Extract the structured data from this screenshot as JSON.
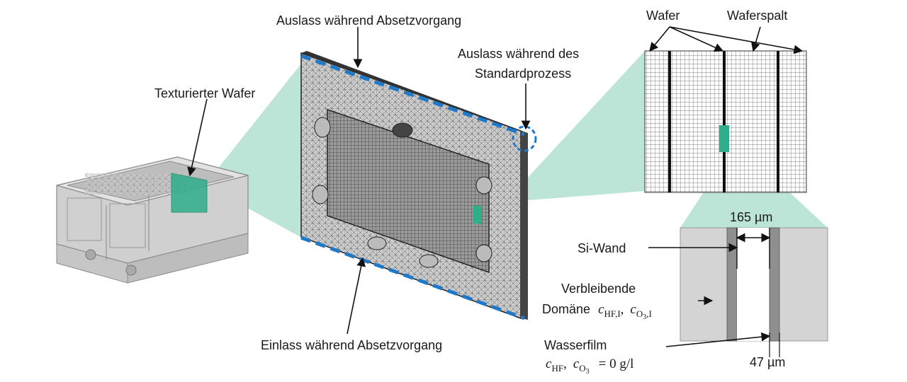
{
  "labels": {
    "textured_wafer": "Texturierter Wafer",
    "outlet_settling": "Auslass während Absetzvorgang",
    "outlet_standard_line1": "Auslass während des",
    "outlet_standard_line2": "Standardprozess",
    "inlet_settling": "Einlass während Absetzvorgang",
    "wafer": "Wafer",
    "wafer_gap": "Waferspalt",
    "si_wall": "Si-Wand",
    "remaining_domain_line1": "Verbleibende",
    "remaining_domain_prefix": "Domäne",
    "water_film": "Wasserfilm",
    "dim_165": "165 µm",
    "dim_47": "47 µm"
  },
  "math": {
    "c": "c",
    "sub_hf_i": "HF,I",
    "sub_o": "O",
    "sub_3": "3",
    "sub_i": ",I",
    "sub_hf": "HF",
    "comma": ",",
    "equals_value": "= 0 g/l"
  },
  "colors": {
    "highlight_teal": "#2fae8c",
    "zoom_fill": "#a6dccb",
    "dash_blue": "#1f78c8",
    "mesh_dark": "#2b2b2b",
    "panel_grey": "#d4d4d4"
  }
}
